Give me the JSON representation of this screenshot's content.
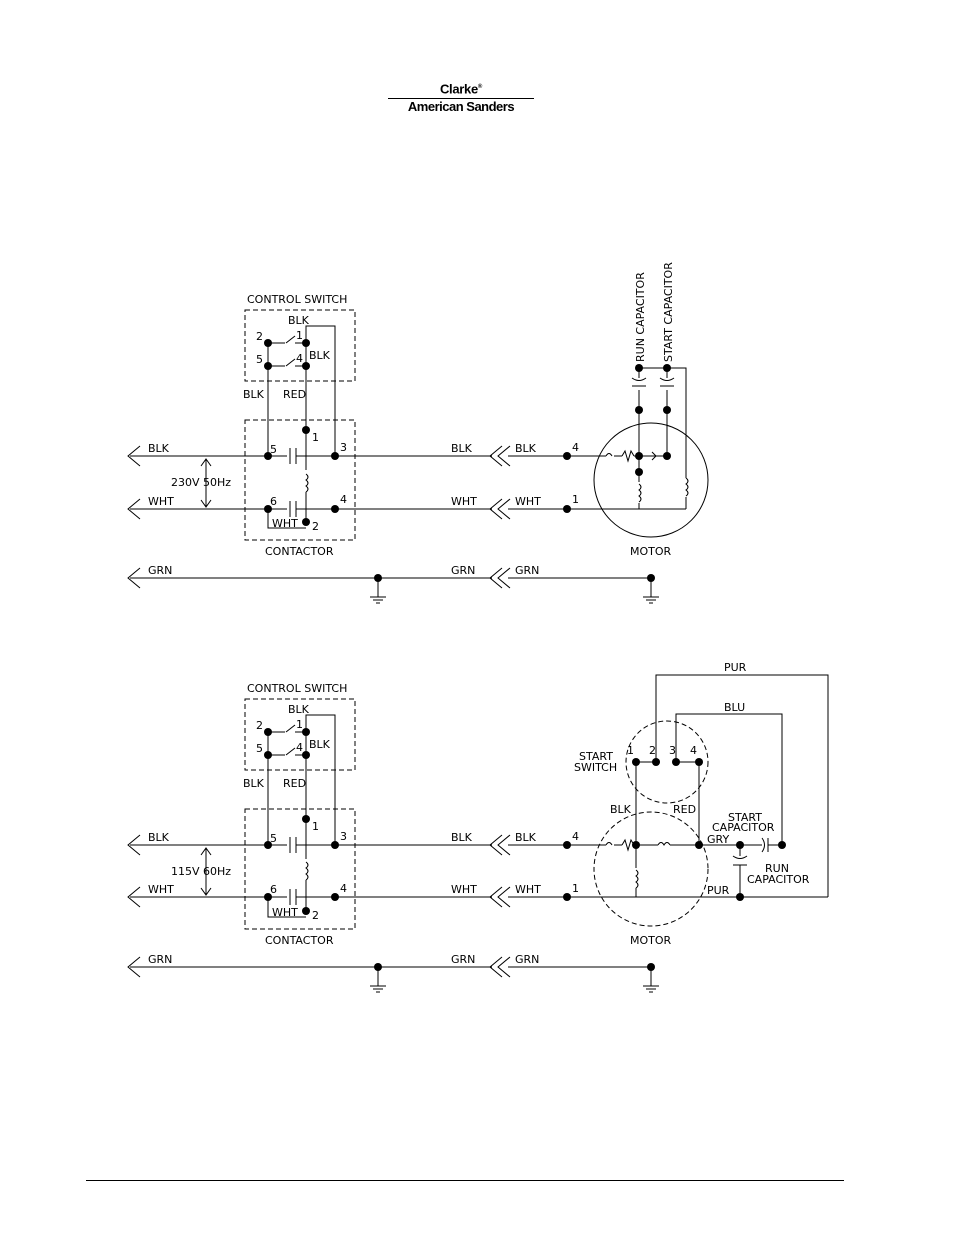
{
  "logo": {
    "line1": "Clarke",
    "mark": "®",
    "line2": "American Sanders"
  },
  "common": {
    "control_switch": "CONTROL  SWITCH",
    "contactor": "CONTACTOR",
    "motor": "MOTOR",
    "blk": "BLK",
    "red": "RED",
    "wht": "WHT",
    "grn": "GRN",
    "pur": "PUR",
    "blu": "BLU",
    "gry": "GRY",
    "t1": "1",
    "t2": "2",
    "t3": "3",
    "t4": "4",
    "t5": "5",
    "t6": "6"
  },
  "diagram1": {
    "supply": "230V  50Hz",
    "run_capacitor": "RUN  CAPACITOR",
    "start_capacitor": "START  CAPACITOR"
  },
  "diagram2": {
    "supply": "115V  60Hz",
    "start_switch_1": "START",
    "start_switch_2": "SWITCH",
    "start_cap_1": "START",
    "start_cap_2": "CAPACITOR",
    "run_cap_1": "RUN",
    "run_cap_2": "CAPACITOR"
  }
}
